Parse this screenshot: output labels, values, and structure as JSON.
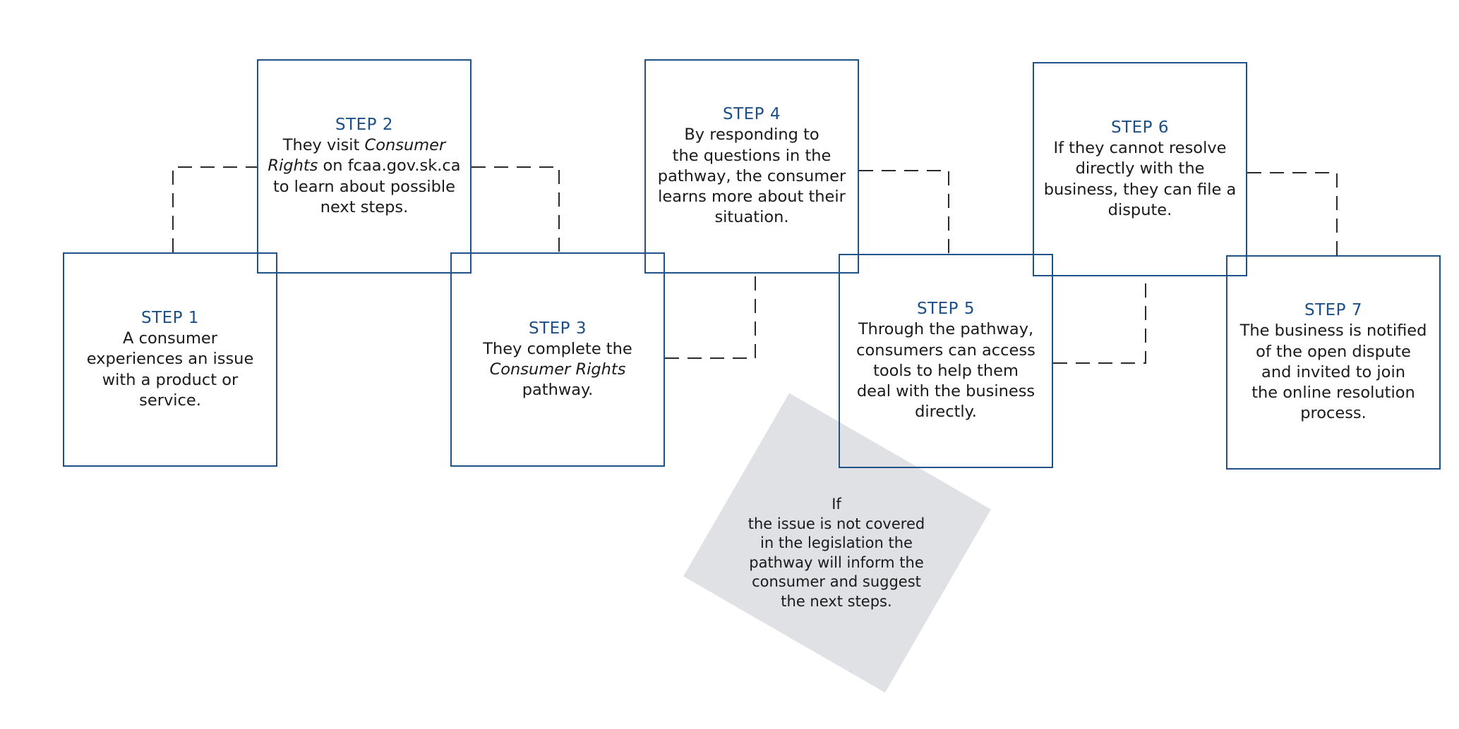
{
  "steps": [
    {
      "title": "STEP 1",
      "lines": [
        "A consumer",
        "experiences an issue",
        "with a product or",
        "service."
      ]
    },
    {
      "title": "STEP 2",
      "lines": [
        "They visit <em>Consumer</em>",
        "<em>Rights</em> on fcaa.gov.sk.ca",
        "to learn about possible",
        "next steps."
      ]
    },
    {
      "title": "STEP 3",
      "lines": [
        "They complete the",
        "<em>Consumer Rights</em>",
        "pathway."
      ]
    },
    {
      "title": "STEP 4",
      "lines": [
        "By responding to",
        "the questions in the",
        "pathway, the consumer",
        "learns more about their",
        "situation."
      ]
    },
    {
      "title": "STEP 5",
      "lines": [
        "Through the pathway,",
        "consumers can access",
        "tools to help them",
        "deal with the business",
        "directly."
      ]
    },
    {
      "title": "STEP 6",
      "lines": [
        "If they cannot resolve",
        "directly with the",
        "business, they can file a",
        "dispute."
      ]
    },
    {
      "title": "STEP 7",
      "lines": [
        "The business is notified",
        "of the open dispute",
        "and invited to join",
        "the online resolution",
        "process."
      ]
    }
  ],
  "note": {
    "lines": [
      "If",
      "the issue is not covered",
      "in the legislation the",
      "pathway will inform the",
      "consumer and suggest",
      "the next steps."
    ]
  },
  "colors": {
    "box_border": "#1f5289",
    "step_title": "#1c4f86",
    "connector": "#2b2b2b",
    "note_fill": "#e0e1e5"
  }
}
